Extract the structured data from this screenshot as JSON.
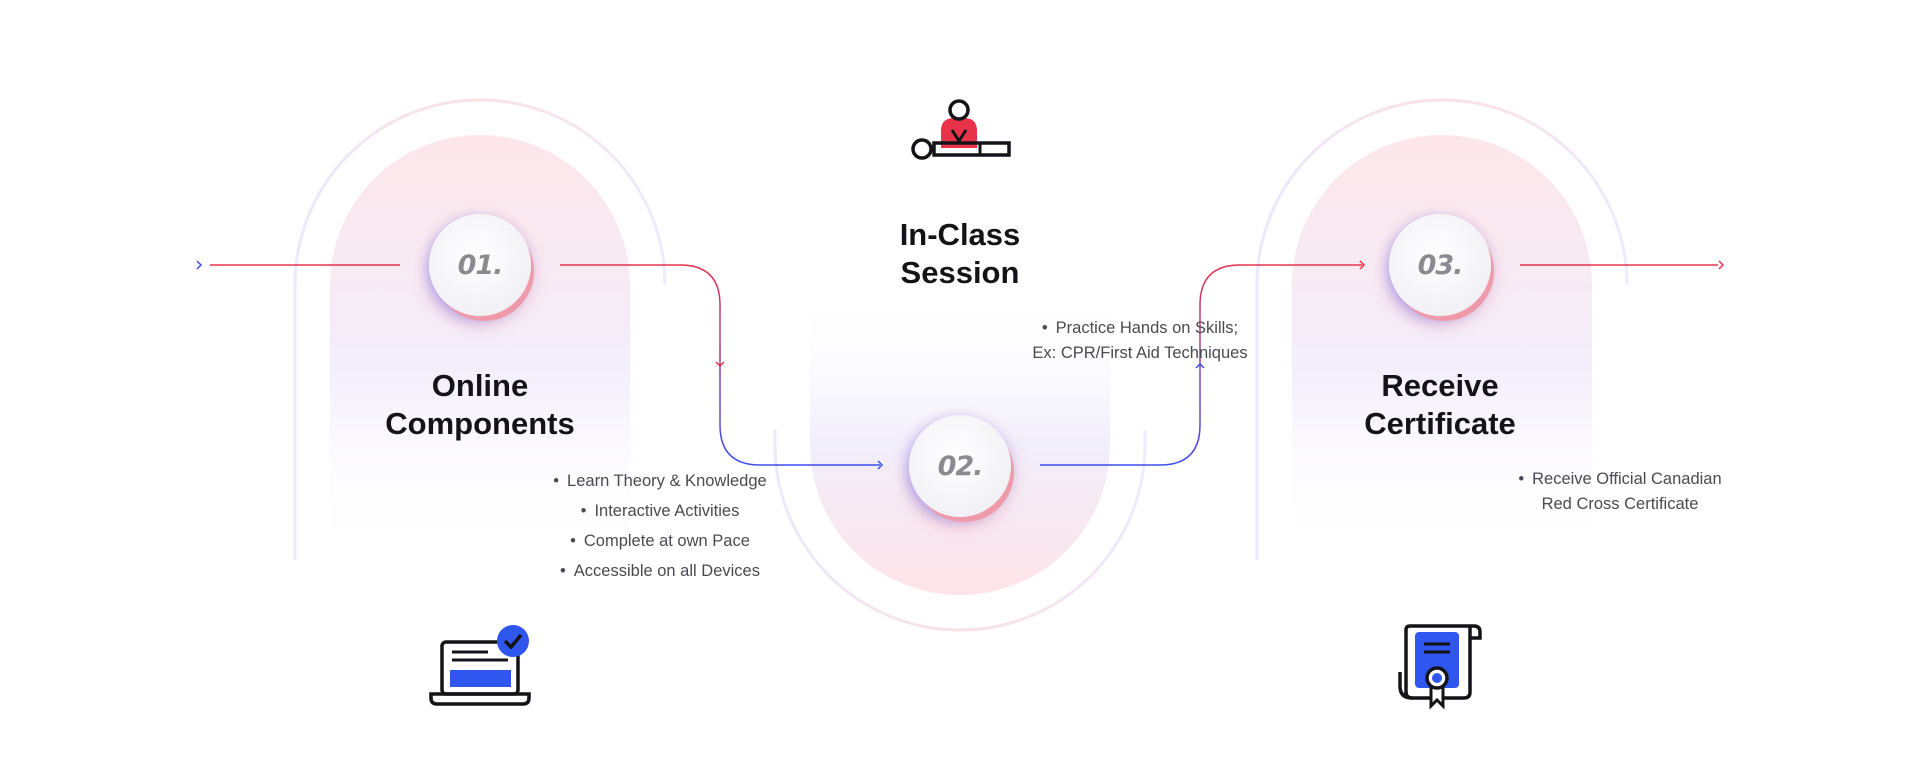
{
  "steps": [
    {
      "number": "01.",
      "title": "Online\nComponents",
      "bullets": [
        "Learn Theory & Knowledge",
        "Interactive Activities",
        "Complete at own Pace",
        "Accessible on all Devices"
      ],
      "icon": "laptop-check-icon"
    },
    {
      "number": "02.",
      "title": "In-Class\nSession",
      "bullets": [
        "Practice Hands on Skills;",
        "Ex: CPR/First Aid Techniques"
      ],
      "icon": "cpr-training-icon"
    },
    {
      "number": "03.",
      "title": "Receive\nCertificate",
      "bullets": [
        "Receive Official Canadian",
        "Red Cross Certificate"
      ],
      "icon": "certificate-scroll-icon"
    }
  ],
  "colors": {
    "accent_red": "#e8334a",
    "accent_blue": "#2f57f0",
    "title": "#141418",
    "body_text": "#4a4a52",
    "number": "#8a8a90"
  }
}
